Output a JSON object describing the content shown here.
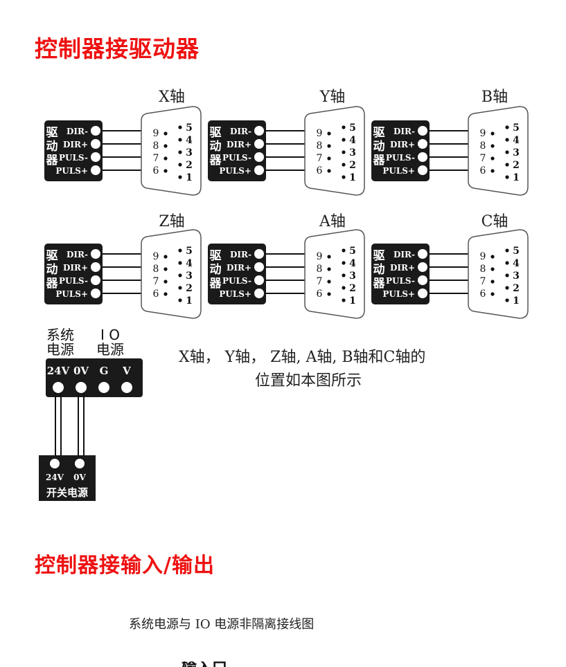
{
  "heading_drivers": "控制器接驱动器",
  "heading_io": "控制器接输入/输出",
  "axes": [
    {
      "title": "X轴"
    },
    {
      "title": "Y轴"
    },
    {
      "title": "B轴"
    },
    {
      "title": "Z轴"
    },
    {
      "title": "A轴"
    },
    {
      "title": "C轴"
    }
  ],
  "driver": {
    "label": "驱动器",
    "pins": [
      "DIR-",
      "DIR+",
      "PULS-",
      "PULS+"
    ]
  },
  "db9": {
    "left_pins": [
      "9",
      "8",
      "7",
      "6"
    ],
    "right_pins": [
      "5",
      "4",
      "3",
      "2",
      "1"
    ]
  },
  "note_lines": [
    "X轴， Y轴， Z轴, A轴, B轴和C轴的",
    "位置如本图所示"
  ],
  "power": {
    "system_label": [
      "系统",
      "电源"
    ],
    "io_label": [
      "I O",
      "电源"
    ],
    "terminals": [
      "24V",
      "0V",
      "G",
      "V"
    ],
    "switch_terminals": [
      "24V",
      "0V"
    ],
    "switch_label": "开关电源"
  },
  "caption": "系统电源与 IO 电源非隔离接线图",
  "bottom_cut": "输入口"
}
